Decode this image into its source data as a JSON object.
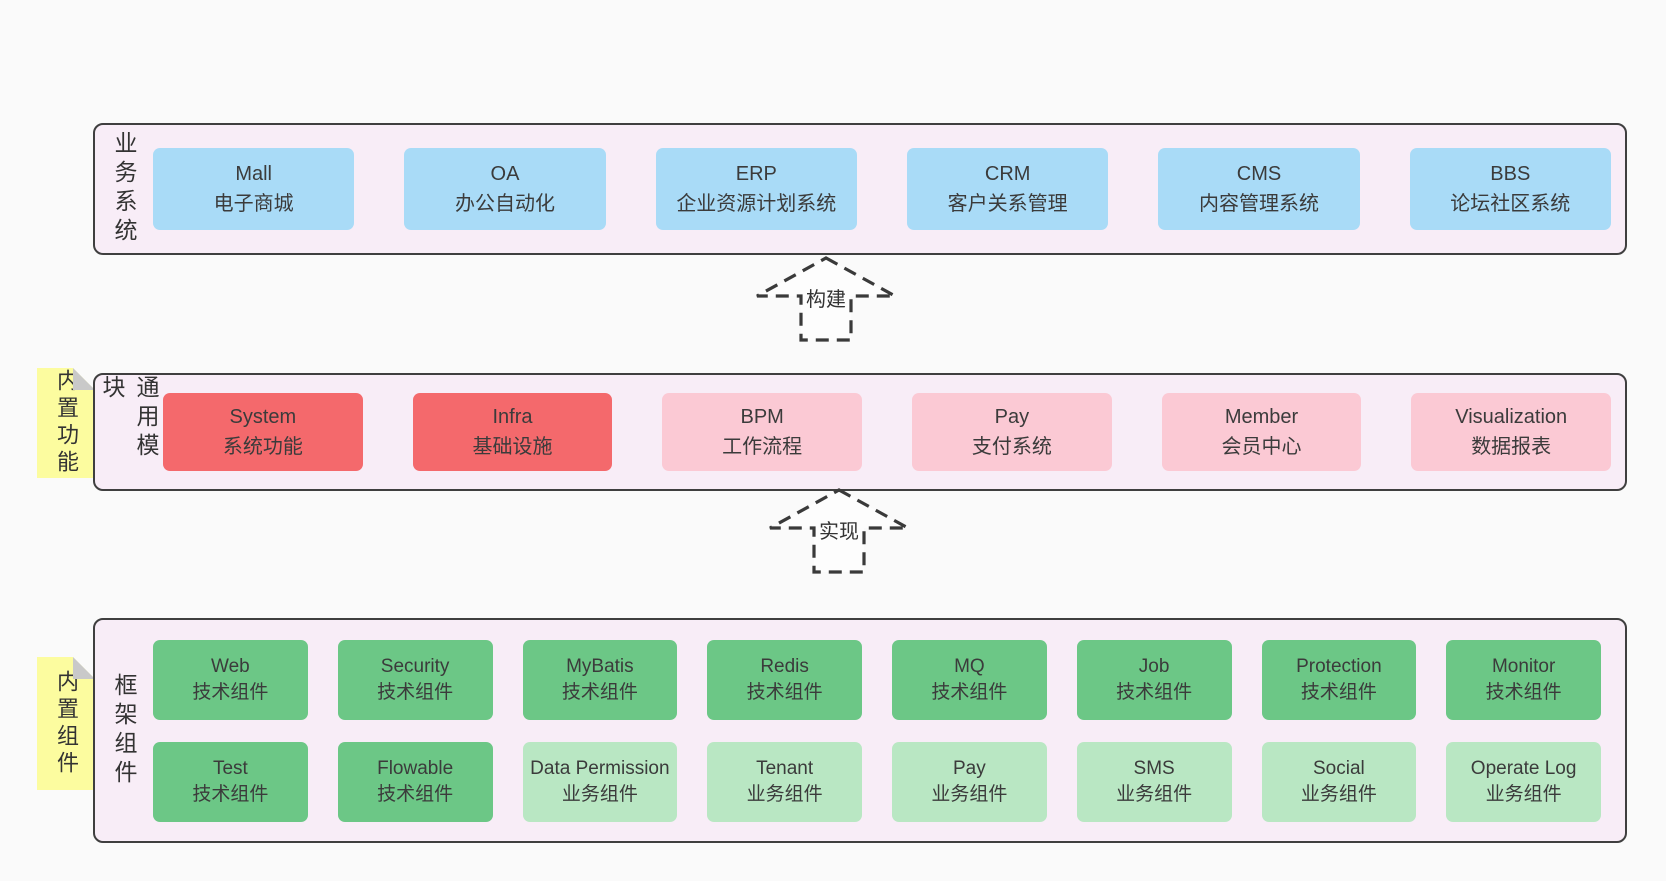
{
  "palette": {
    "page_background": "#fafafa",
    "band_background": "#f8edf7",
    "band_border": "#3f3f3f",
    "box_blue": "#a9dbf7",
    "box_red": "#f4696c",
    "box_pink": "#fbc9d4",
    "box_green": "#6cc786",
    "box_light_green": "#b9e7c3",
    "note_yellow": "#fcfc9f",
    "note_fold_grey": "#c9c9c9",
    "text": "#3b3b3b"
  },
  "arrows": [
    {
      "label": "构建"
    },
    {
      "label": "实现"
    }
  ],
  "bands": [
    {
      "label": "业务系统",
      "boxes": [
        {
          "name": "Mall",
          "desc": "电子商城"
        },
        {
          "name": "OA",
          "desc": "办公自动化"
        },
        {
          "name": "ERP",
          "desc": "企业资源计划系统"
        },
        {
          "name": "CRM",
          "desc": "客户关系管理"
        },
        {
          "name": "CMS",
          "desc": "内容管理系统"
        },
        {
          "name": "BBS",
          "desc": "论坛社区系统"
        }
      ]
    },
    {
      "label": "通用模块",
      "note": "内置功能",
      "boxes": [
        {
          "name": "System",
          "desc": "系统功能"
        },
        {
          "name": "Infra",
          "desc": "基础设施"
        },
        {
          "name": "BPM",
          "desc": "工作流程"
        },
        {
          "name": "Pay",
          "desc": "支付系统"
        },
        {
          "name": "Member",
          "desc": "会员中心"
        },
        {
          "name": "Visualization",
          "desc": "数据报表"
        }
      ]
    },
    {
      "label": "框架组件",
      "note": "内置组件",
      "rows": [
        [
          {
            "name": "Web",
            "desc": "技术组件"
          },
          {
            "name": "Security",
            "desc": "技术组件"
          },
          {
            "name": "MyBatis",
            "desc": "技术组件"
          },
          {
            "name": "Redis",
            "desc": "技术组件"
          },
          {
            "name": "MQ",
            "desc": "技术组件"
          },
          {
            "name": "Job",
            "desc": "技术组件"
          },
          {
            "name": "Protection",
            "desc": "技术组件"
          },
          {
            "name": "Monitor",
            "desc": "技术组件"
          }
        ],
        [
          {
            "name": "Test",
            "desc": "技术组件"
          },
          {
            "name": "Flowable",
            "desc": "技术组件"
          },
          {
            "name": "Data Permission",
            "desc": "业务组件"
          },
          {
            "name": "Tenant",
            "desc": "业务组件"
          },
          {
            "name": "Pay",
            "desc": "业务组件"
          },
          {
            "name": "SMS",
            "desc": "业务组件"
          },
          {
            "name": "Social",
            "desc": "业务组件"
          },
          {
            "name": "Operate Log",
            "desc": "业务组件"
          }
        ]
      ]
    }
  ]
}
